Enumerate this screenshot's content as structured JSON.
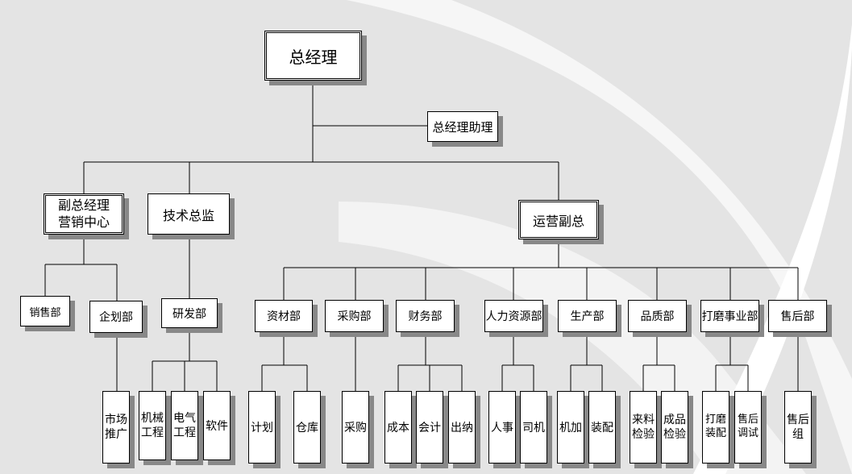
{
  "org": {
    "gm": "总经理",
    "gm_assistant": "总经理助理",
    "vp_marketing": {
      "line1": "副总经理",
      "line2": "营销中心"
    },
    "tech_director": "技术总监",
    "ops_vp": "运营副总",
    "sales": "销售部",
    "planning": "企划部",
    "rnd": "研发部",
    "materials": "资材部",
    "purchasing": "采购部",
    "finance": "财务部",
    "hr": "人力资源部",
    "production": "生产部",
    "quality": "品质部",
    "grinding": "打磨事业部",
    "aftersales": "售后部",
    "market_promo": {
      "line1": "市场",
      "line2": "推广"
    },
    "mech_eng": {
      "line1": "机械",
      "line2": "工程"
    },
    "elec_eng": {
      "line1": "电气",
      "line2": "工程"
    },
    "software": "软件",
    "plan": "计划",
    "warehouse": "仓库",
    "purchase": "采购",
    "cost": "成本",
    "accounting": "会计",
    "cashier": "出纳",
    "personnel": "人事",
    "driver": "司机",
    "machining": "机加",
    "assembly": "装配",
    "incoming_insp": {
      "line1": "来料",
      "line2": "检验"
    },
    "product_insp": {
      "line1": "成品",
      "line2": "检验"
    },
    "grind_assembly": {
      "line1": "打磨",
      "line2": "装配"
    },
    "after_debug": {
      "line1": "售后",
      "line2": "调试"
    },
    "after_group": {
      "line1": "售后",
      "line2": "组"
    }
  }
}
